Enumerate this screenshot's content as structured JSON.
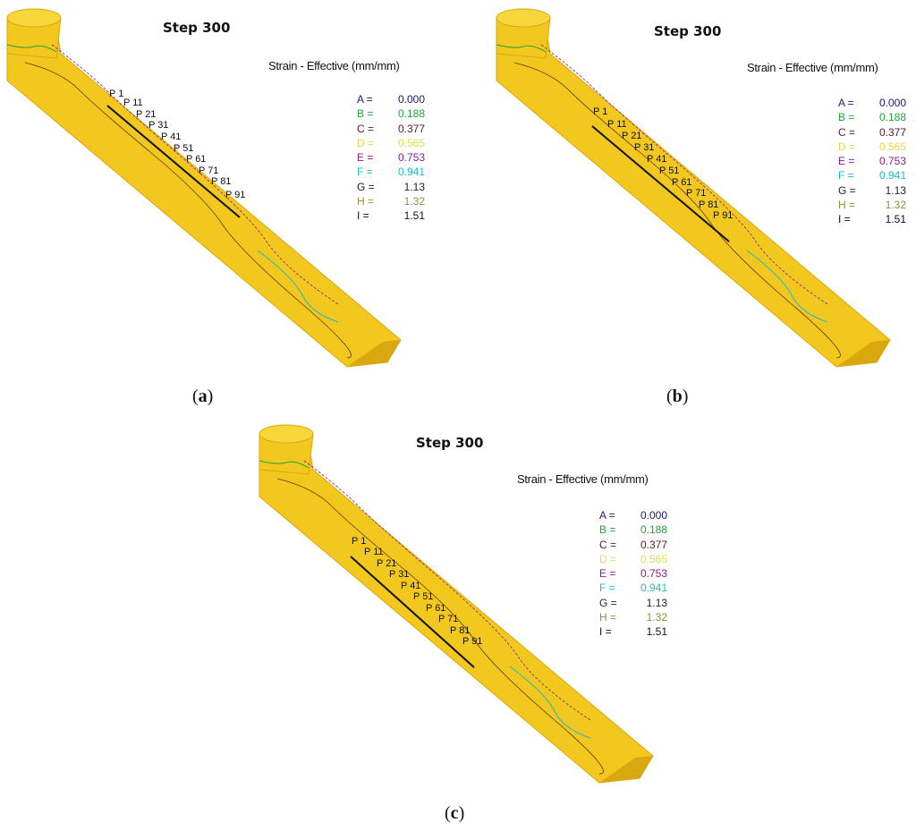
{
  "panels": [
    {
      "id": "a",
      "step": "Step  300",
      "legend_title": "Strain - Effective (mm/mm)",
      "caption_id": "a",
      "legend": [
        {
          "key": "A =",
          "value": "0.000",
          "color": "#1a1a6e"
        },
        {
          "key": "B =",
          "value": "0.188",
          "color": "#22a13a"
        },
        {
          "key": "C =",
          "value": "0.377",
          "color": "#5a1a1a"
        },
        {
          "key": "D =",
          "value": "0.565",
          "color": "#e8d84a"
        },
        {
          "key": "E =",
          "value": "0.753",
          "color": "#8a1a8a"
        },
        {
          "key": "F =",
          "value": "0.941",
          "color": "#22b8c8"
        },
        {
          "key": "G =",
          "value": "1.13",
          "color": "#222222"
        },
        {
          "key": "H =",
          "value": "1.32",
          "color": "#9a8a3a"
        },
        {
          "key": "I =",
          "value": "1.51",
          "color": "#111111"
        }
      ],
      "points": [
        "P 1",
        "P 11",
        "P 21",
        "P 31",
        "P 41",
        "P 51",
        "P 61",
        "P 71",
        "P 81",
        "P 91"
      ]
    },
    {
      "id": "b",
      "step": "Step  300",
      "legend_title": "Strain - Effective (mm/mm)",
      "caption_id": "b",
      "legend": [
        {
          "key": "A =",
          "value": "0.000",
          "color": "#1a1a6e"
        },
        {
          "key": "B =",
          "value": "0.188",
          "color": "#22a13a"
        },
        {
          "key": "C =",
          "value": "0.377",
          "color": "#5a1a1a"
        },
        {
          "key": "D =",
          "value": "0.565",
          "color": "#e8d84a"
        },
        {
          "key": "E =",
          "value": "0.753",
          "color": "#8a1a8a"
        },
        {
          "key": "F =",
          "value": "0.941",
          "color": "#22b8c8"
        },
        {
          "key": "G =",
          "value": "1.13",
          "color": "#222222"
        },
        {
          "key": "H =",
          "value": "1.32",
          "color": "#9a8a3a"
        },
        {
          "key": "I =",
          "value": "1.51",
          "color": "#111111"
        }
      ],
      "points": [
        "P 1",
        "P 11",
        "P 21",
        "P 31",
        "P 41",
        "P 51",
        "P 61",
        "P 71",
        "P 81",
        "P 91"
      ]
    },
    {
      "id": "c",
      "step": "Step  300",
      "legend_title": "Strain - Effective (mm/mm)",
      "caption_id": "c",
      "legend": [
        {
          "key": "A =",
          "value": "0.000",
          "color": "#1a1a6e"
        },
        {
          "key": "B =",
          "value": "0.188",
          "color": "#22a13a"
        },
        {
          "key": "C =",
          "value": "0.377",
          "color": "#5a1a1a"
        },
        {
          "key": "D =",
          "value": "0.565",
          "color": "#e8d84a"
        },
        {
          "key": "E =",
          "value": "0.753",
          "color": "#8a1a8a"
        },
        {
          "key": "F =",
          "value": "0.941",
          "color": "#22b8c8"
        },
        {
          "key": "G =",
          "value": "1.13",
          "color": "#222222"
        },
        {
          "key": "H =",
          "value": "1.32",
          "color": "#9a8a3a"
        },
        {
          "key": "I =",
          "value": "1.51",
          "color": "#111111"
        }
      ],
      "points": [
        "P 1",
        "P 11",
        "P 21",
        "P 31",
        "P 41",
        "P 51",
        "P 61",
        "P 71",
        "P 81",
        "P 91"
      ]
    }
  ],
  "colors": {
    "part_fill": "#f2c81e",
    "part_top": "#f7d63a",
    "part_shadow": "#d9a80f",
    "contour_dark": "#5a3a1a",
    "contour_cyan": "#22b8c8",
    "contour_purple": "#8a1a8a",
    "contour_green": "#22a13a"
  }
}
